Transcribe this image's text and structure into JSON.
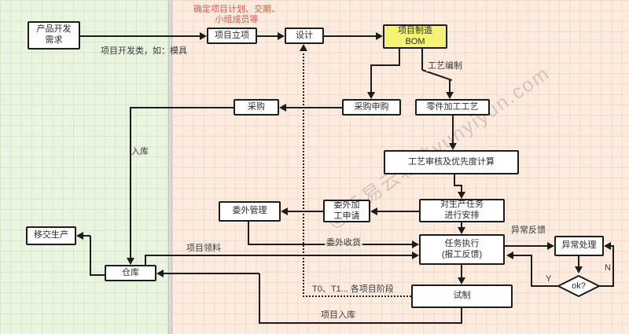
{
  "diagram": {
    "annotation_note": "确定项目计划、交期、\n小组成员等",
    "watermark": "@云易云软件yunyiyun.com"
  },
  "nodes": {
    "product_req": "产品开发\n需求",
    "project_init": "项目立项",
    "design": "设计",
    "mfg_bom": "项目制造\nBOM",
    "purchase_req": "采购申购",
    "parts_process": "零件加工工艺",
    "purchasing": "采购",
    "process_review": "工艺审核及优先度计算",
    "task_arrange": "对生产任务\n进行安排",
    "outsource_apply": "委外加\n工申请",
    "outsource_mgmt": "委外管理",
    "task_exec": "任务执行\n(报工反馈)",
    "exception": "异常处理",
    "ok_decision": "ok?",
    "trial": "试制",
    "transfer_prod": "移交生产",
    "warehouse": "仓库"
  },
  "edge_labels": {
    "dev_type": "项目开发类，如：模具",
    "craft_prep": "工艺编制",
    "inbound": "入库",
    "outsource_receive": "委外收货",
    "project_material": "项目领料",
    "abnormal_feedback": "异常反馈",
    "stage_note": "T0、T1... 各项目阶段",
    "project_inbound": "项目入库",
    "yes": "Y",
    "no": "N"
  },
  "colors": {
    "bom_fill": "#f5f376",
    "annotation_red": "#e8584d",
    "green_bg": "#eaf5e1",
    "pink_bg": "#fcebdf",
    "line": "#1c1c1c"
  }
}
